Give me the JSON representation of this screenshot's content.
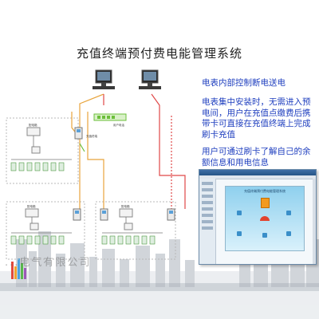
{
  "title": "充值终端预付费电能管理系统",
  "notes": [
    "电表内部控制断电送电",
    "电表集中安装时，无需进入预电间，用户在充值点缴费后携带卡可直接在充值终端上完成刷卡充值",
    "用户可通过刷卡了解自己的余额信息和用电信息"
  ],
  "left_group_label": "配电箱",
  "switch_label": "用户电话",
  "center_small_label": "充值终端",
  "bottom_left_label": "配电箱",
  "bottom_mid_label": "配电箱",
  "app_window": {
    "title": "充值终端预付费电能管理系统"
  },
  "watermark": "...电气有限公司",
  "colors": {
    "title": "#222222",
    "notes": "#1f3fbf",
    "line_red": "#e04848",
    "line_orange": "#e8a43c",
    "line_green": "#6bbf3a",
    "skyline": "#9aa3ad"
  }
}
